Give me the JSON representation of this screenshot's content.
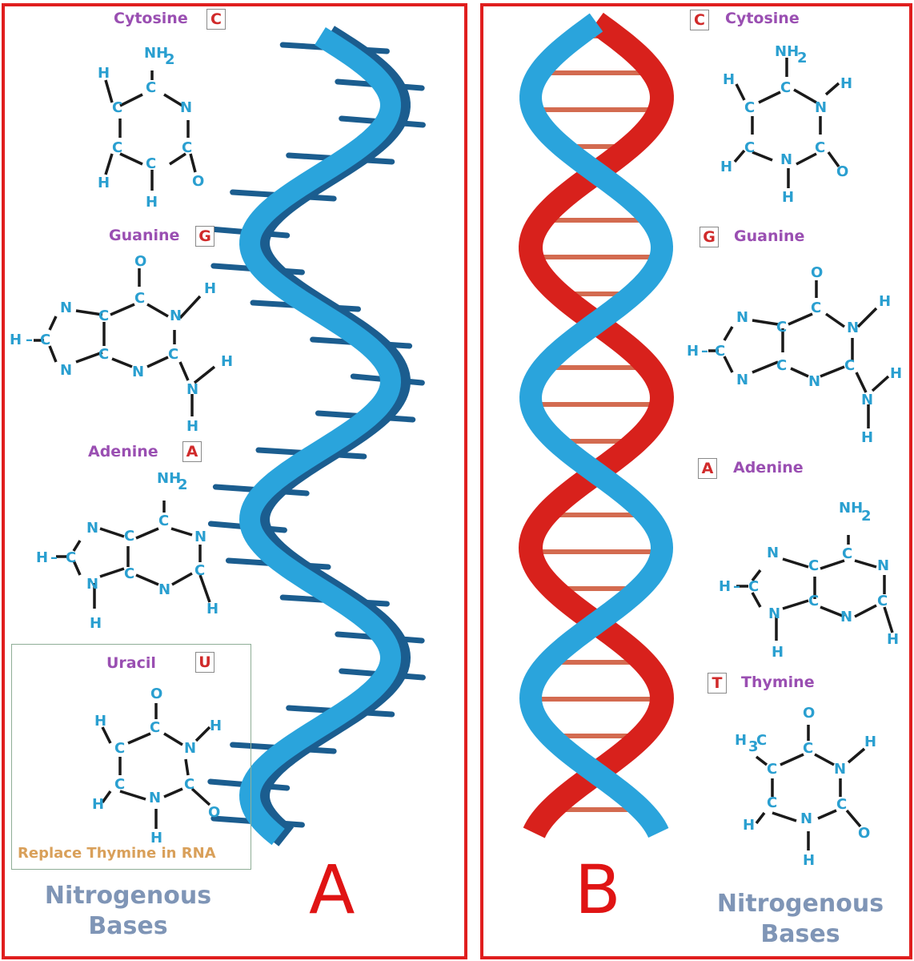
{
  "panel_a": {
    "letter": "A",
    "footer_line1": "Nitrogenous",
    "footer_line2": "Bases",
    "rna_note": "Replace Thymine in RNA",
    "bases": [
      {
        "name": "Cytosine",
        "code": "C"
      },
      {
        "name": "Guanine",
        "code": "G"
      },
      {
        "name": "Adenine",
        "code": "A"
      },
      {
        "name": "Uracil",
        "code": "U"
      }
    ]
  },
  "panel_b": {
    "letter": "B",
    "footer_line1": "Nitrogenous",
    "footer_line2": "Bases",
    "bases": [
      {
        "name": "Cytosine",
        "code": "C"
      },
      {
        "name": "Guanine",
        "code": "G"
      },
      {
        "name": "Adenine",
        "code": "A"
      },
      {
        "name": "Thymine",
        "code": "T"
      }
    ]
  },
  "colors": {
    "panel_border": "#e01e1e",
    "strand_blue": "#2aa4dc",
    "strand_dark_blue": "#1b5d8f",
    "strand_red": "#d8211c",
    "base_text": "#2a9fd0",
    "base_name": "#9a4fb2"
  }
}
